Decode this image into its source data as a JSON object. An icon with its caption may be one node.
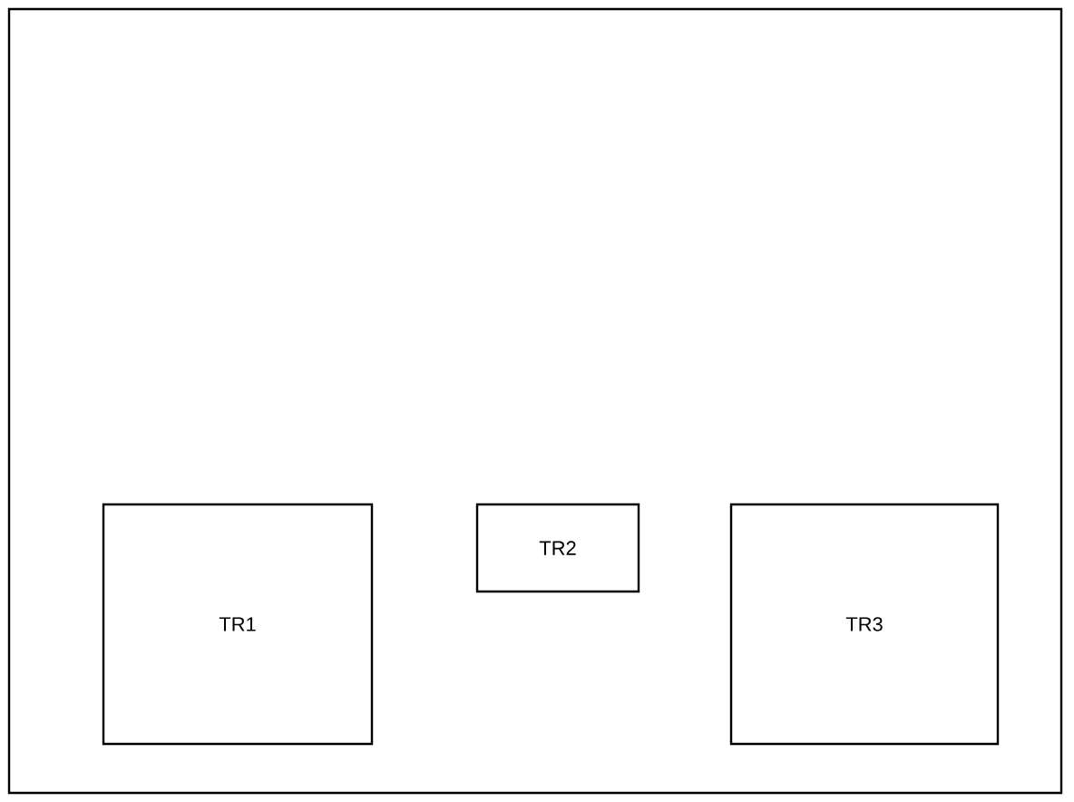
{
  "diagram": {
    "nodes": [
      {
        "text": [],
        "shape": "box"
      },
      {
        "text": [
          "TR1"
        ],
        "in": 0
      },
      {
        "text": [
          "TR2"
        ],
        "in": 0
      },
      {
        "text": [
          "TR3"
        ],
        "in": 0
      }
    ]
  }
}
